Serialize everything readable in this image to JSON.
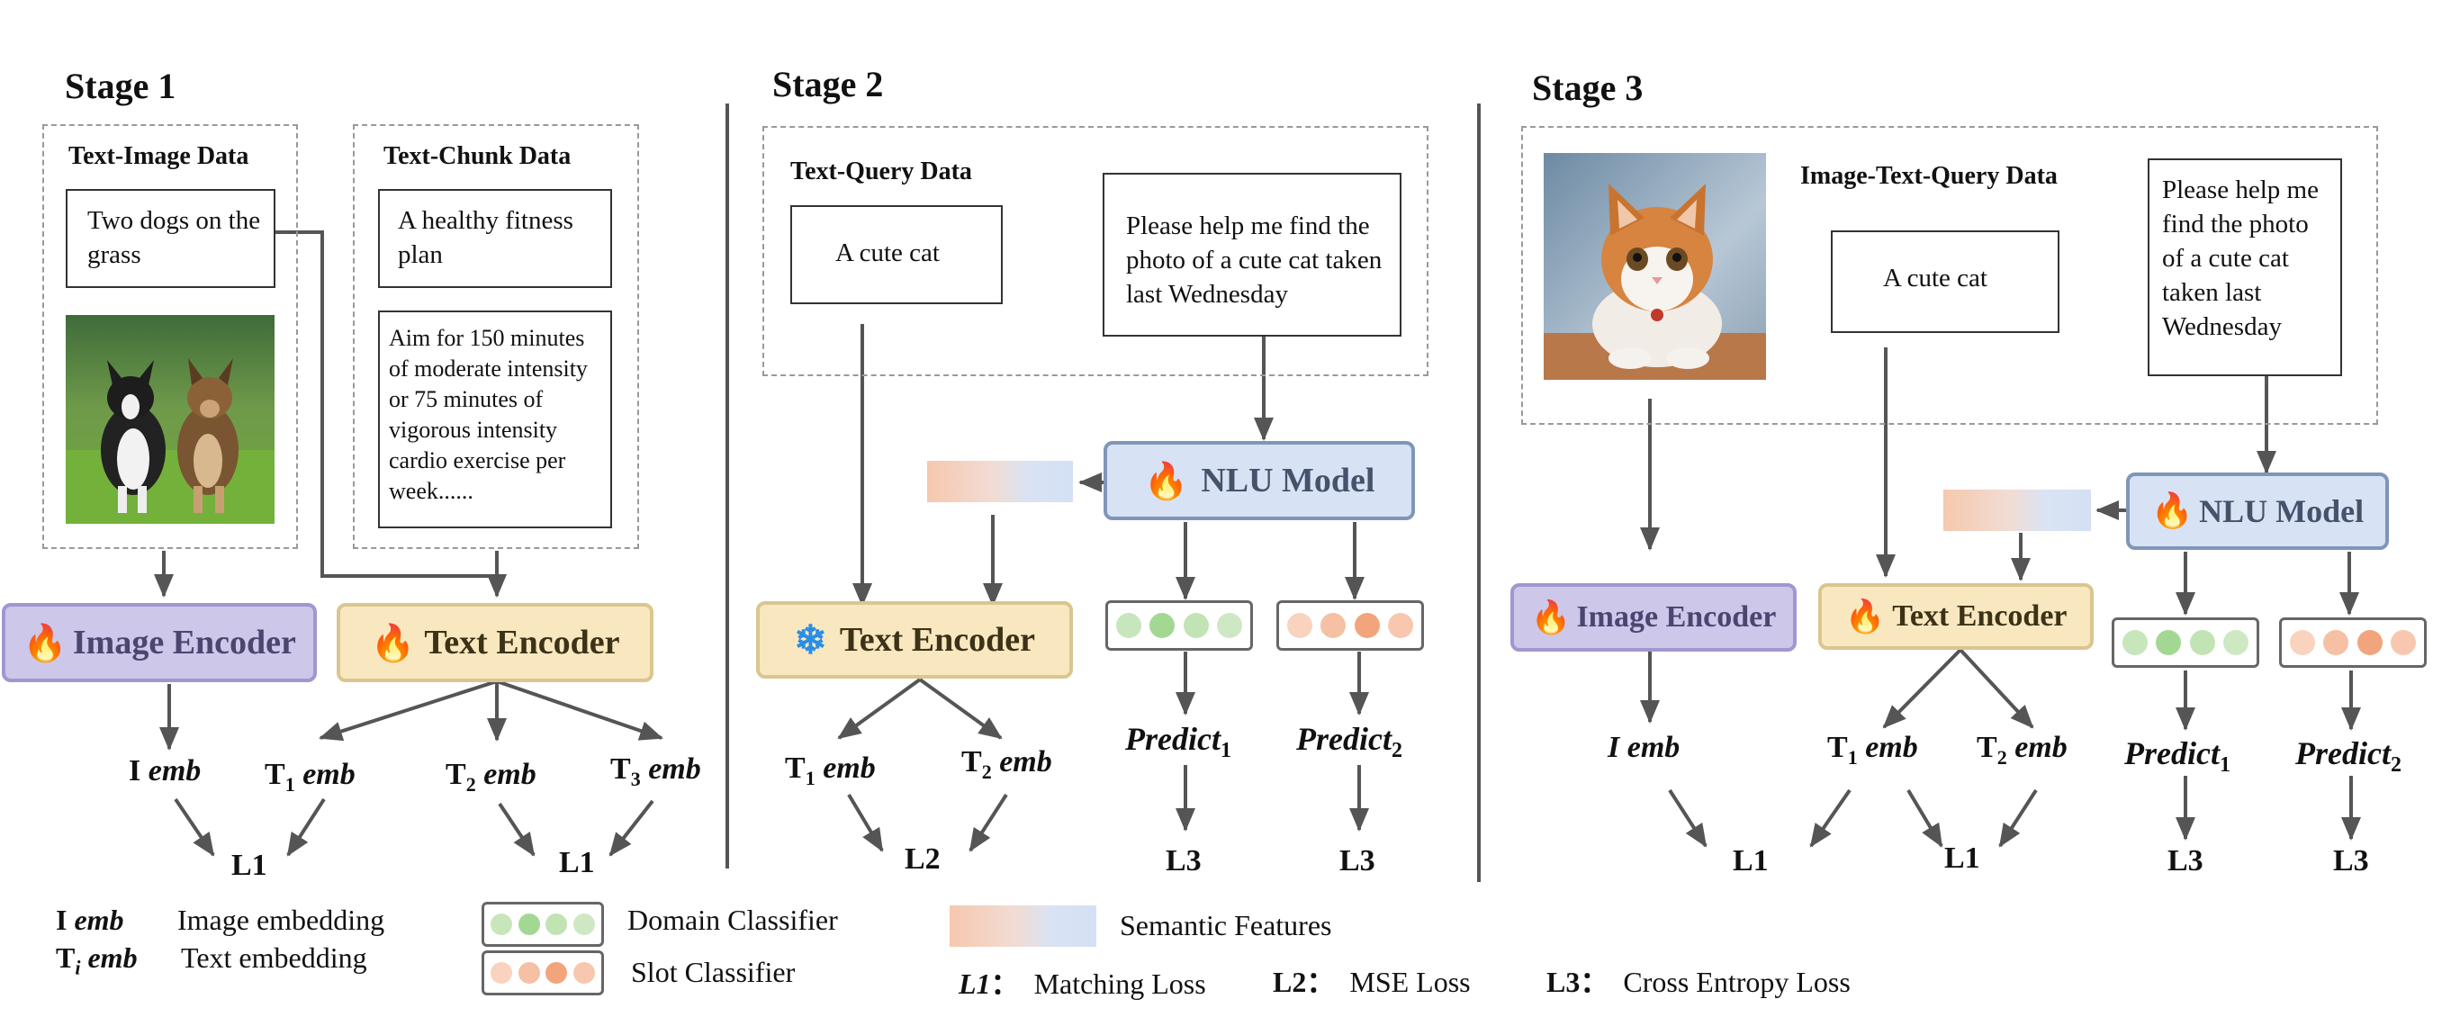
{
  "stages": {
    "s1": {
      "title": "Stage 1"
    },
    "s2": {
      "title": "Stage 2"
    },
    "s3": {
      "title": "Stage 3"
    }
  },
  "s1": {
    "image_data_title": "Text-Image Data",
    "caption": "Two dogs on the grass",
    "chunk_title": "Text-Chunk Data",
    "chunk_text1": "A healthy fitness plan",
    "chunk_text2": "Aim for 150 minutes of moderate intensity or 75 minutes of vigorous intensity cardio exercise per week......",
    "image_encoder": "Image Encoder",
    "text_encoder": "Text Encoder"
  },
  "s2": {
    "query_title": "Text-Query Data",
    "query_short": "A cute cat",
    "query_long": "Please help me find the photo of a cute cat taken last Wednesday",
    "nlu": "NLU Model",
    "text_encoder": "Text Encoder"
  },
  "s3": {
    "query_title": "Image-Text-Query Data",
    "query_short": "A cute cat",
    "query_long": "Please help me find the photo of a cute cat taken last Wednesday",
    "nlu": "NLU Model",
    "image_encoder": "Image Encoder",
    "text_encoder": "Text Encoder"
  },
  "labels": {
    "emb": "emb",
    "I": "I",
    "T": "T",
    "sub1": "1",
    "sub2": "2",
    "sub3": "3",
    "predict": "Predict",
    "L1": "L1",
    "L2": "L2",
    "L3": "L3"
  },
  "legend": {
    "i_emb_key": "I",
    "i_emb_key_it": "emb",
    "i_emb_desc": "Image embedding",
    "t_emb_key": "T",
    "t_emb_sub": "i",
    "t_emb_key_it": "emb",
    "t_emb_desc": "Text embedding",
    "domain": "Domain Classifier",
    "slot": "Slot Classifier",
    "semantic": "Semantic Features",
    "l1_key": "L1",
    "l1_sep": "：",
    "l1_desc": "Matching Loss",
    "l2_key": "L2",
    "l2_sep": "：",
    "l2_desc": "MSE Loss",
    "l3_key": "L3",
    "l3_sep": "：",
    "l3_desc": "Cross Entropy Loss"
  },
  "colors": {
    "domain_dots": [
      "#c8e6bc",
      "#a3d893",
      "#c2e3b3",
      "#cfe8c4"
    ],
    "slot_dots": [
      "#f9d3bd",
      "#f5c0a3",
      "#f2a57c",
      "#f7c8af"
    ],
    "image_encoder_fill": "#cdc7ea",
    "text_encoder_fill": "#f9e8bf",
    "nlu_fill": "#d7e2f5",
    "arrow": "#555555"
  },
  "icons": [
    "fire-icon",
    "snowflake-icon",
    "dogs-photo",
    "cat-photo"
  ]
}
